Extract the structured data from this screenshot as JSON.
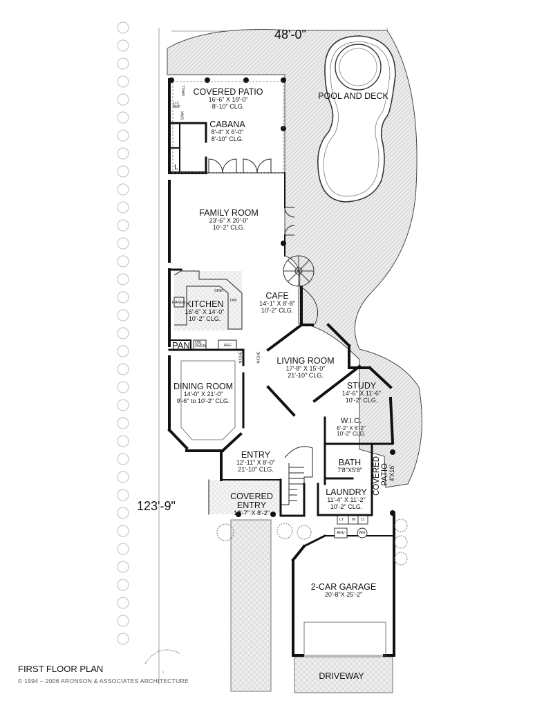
{
  "plan_title": "FIRST FLOOR PLAN",
  "copyright": "© 1994 – 2006 ARONSON & ASSOCIATES ARCHITECTURE",
  "dimensions": {
    "width": "48'-0\"",
    "depth": "123'-9\""
  },
  "rooms": {
    "covered_patio": {
      "name": "COVERED PATIO",
      "size": "16'-6\" X 19'-0\"",
      "clg": "8'-10\" CLG."
    },
    "cabana": {
      "name": "CABANA",
      "size": "8'-4\" X 6'-0\"",
      "clg": "8'-10\" CLG."
    },
    "family_room": {
      "name": "FAMILY ROOM",
      "size": "23'-6\" X 20'-0\"",
      "clg": "10'-2\" CLG."
    },
    "kitchen": {
      "name": "KITCHEN",
      "size": "16'-6\" X 14'-0\"",
      "clg": "10'-2\" CLG."
    },
    "cafe": {
      "name": "CAFE",
      "size": "14'-1\" X 8'-8\"",
      "clg": "10'-2\" CLG."
    },
    "living_room": {
      "name": "LIVING ROOM",
      "size": "17'-8\" X 15'-0\"",
      "clg": "21'-10\" CLG."
    },
    "dining_room": {
      "name": "DINING ROOM",
      "size": "14'-0\" X 21'-0\"",
      "clg": "9'-6\" to 10'-2\" CLG."
    },
    "study": {
      "name": "STUDY",
      "size": "14'-6\" X 11'-6\"",
      "clg": "10'-2\" CLG."
    },
    "wic": {
      "name": "W.I.C.",
      "size": "6'-2\" X 6'-2\"",
      "clg": "10'-2\" CLG."
    },
    "entry": {
      "name": "ENTRY",
      "size": "12'-11\" X 8'-0\"",
      "clg": "21'-10\" CLG."
    },
    "covered_entry": {
      "name_line1": "COVERED",
      "name_line2": "ENTRY",
      "size": "12'-7\" X 8'-2\""
    },
    "bath": {
      "name": "BATH",
      "size": "7'8\"X5'8\""
    },
    "laundry": {
      "name": "LAUNDRY",
      "size": "11'-4\" X 11'-2\"",
      "clg": "10'-2\" CLG."
    },
    "covered_patio_side": {
      "line1": "COVERED",
      "line2": "PATIO",
      "size": "4'X16'"
    },
    "garage": {
      "name": "2-CAR GARAGE",
      "size": "20'-8\"X 25'-2\""
    }
  },
  "outdoor": {
    "pool": "POOL AND DECK",
    "driveway": "DRIVEWAY"
  },
  "fixtures": {
    "grill": "GRILL",
    "uc_ref": "U.C.\nREF",
    "sink_patio": "SINK",
    "l": "L.",
    "sink": "SINK",
    "range": "RANGE",
    "dw": "DW",
    "pan": "PAN",
    "dbl_oven": "DBL\nOVEN",
    "ref": "REF",
    "niche1": "NICHE",
    "niche2": "NICHE",
    "lt": "LT",
    "w": "W",
    "d": "D",
    "ahu": "AHU",
    "wh": "WH"
  }
}
